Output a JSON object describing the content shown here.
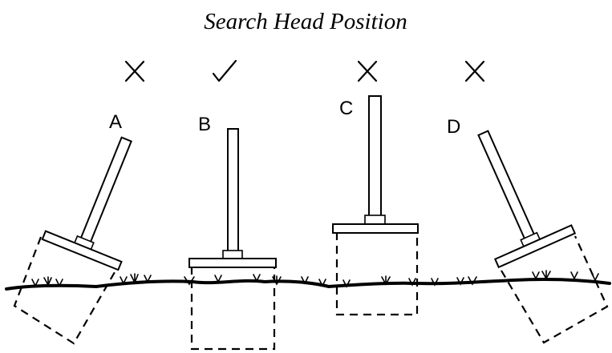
{
  "title": "Search Head Position",
  "detectors": [
    {
      "label": "A",
      "verdict": "cross",
      "tilt_deg": 22
    },
    {
      "label": "B",
      "verdict": "check",
      "tilt_deg": 0
    },
    {
      "label": "C",
      "verdict": "cross",
      "tilt_deg": 0
    },
    {
      "label": "D",
      "verdict": "cross",
      "tilt_deg": -24
    }
  ],
  "colors": {
    "line": "#000000",
    "background": "#ffffff"
  }
}
